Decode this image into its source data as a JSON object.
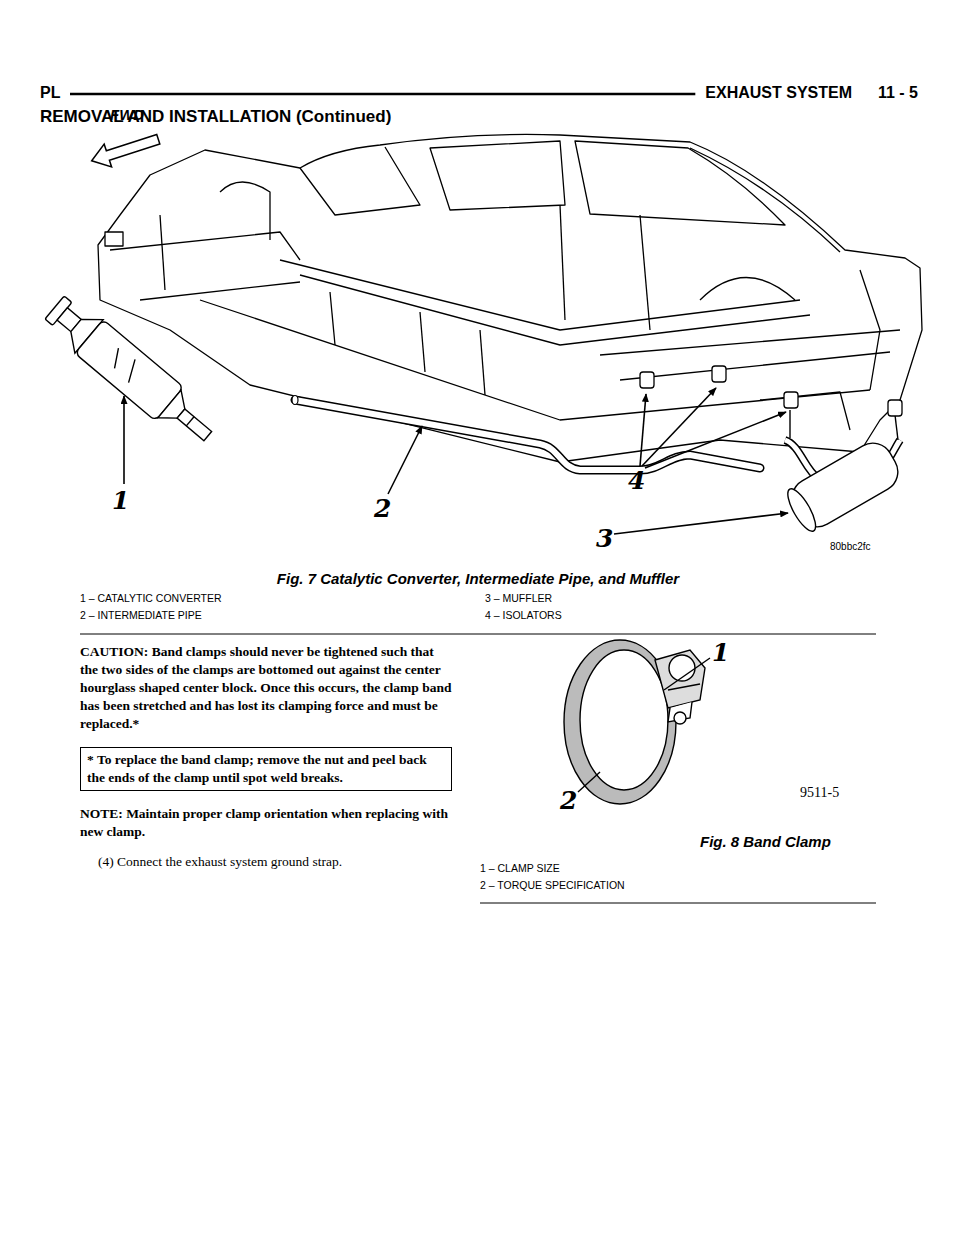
{
  "diagram": {
    "nodes": [
      {
        "text": [
          "* To replace the band clamp; remove the nut and peel back the ends of the clamp until spot weld breaks."
        ]
      }
    ],
    "labels": [
      "PL",
      "EXHAUST SYSTEM",
      "11 - 5",
      "REMOVAL AND INSTALLATION (Continued)",
      "FWD",
      "1",
      "2",
      "4",
      "3",
      "80bbc2fc",
      "Fig. 7 Catalytic Converter, Intermediate Pipe, and Muffler",
      "1 – CATALYTIC CONVERTER",
      "3 – MUFFLER",
      "2 – INTERMEDIATE PIPE",
      "4 – ISOLATORS",
      "CAUTION: Band clamps should never be tightened such that the two sides of the clamps are bottomed out against the center hourglass shaped center block. Once this occurs, the clamp band has been stretched and has lost its clamping force and must be replaced.*",
      "NOTE: Maintain proper clamp orientation when replacing with new clamp.",
      "(4) Connect the exhaust system ground strap.",
      "1",
      "2",
      "9511-5",
      "Fig. 8 Band Clamp",
      "1 – CLAMP SIZE",
      "2 – TORQUE SPECIFICATION"
    ]
  }
}
